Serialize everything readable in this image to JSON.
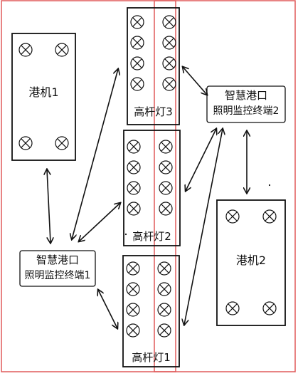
{
  "labels": {
    "crane1": "港机1",
    "crane2": "港机2",
    "pole1": "高杆灯1",
    "pole2": "高杆灯2",
    "pole3": "高杆灯3",
    "terminal1_line1": "智慧港口",
    "terminal1_line2": "照明监控终端1",
    "terminal2_line1": "智慧港口",
    "terminal2_line2": "照明监控终端2"
  },
  "icons": {
    "lamp": "circled-x-lamp-icon"
  },
  "colors": {
    "outline": "#e05a5a",
    "stroke": "#111111"
  }
}
